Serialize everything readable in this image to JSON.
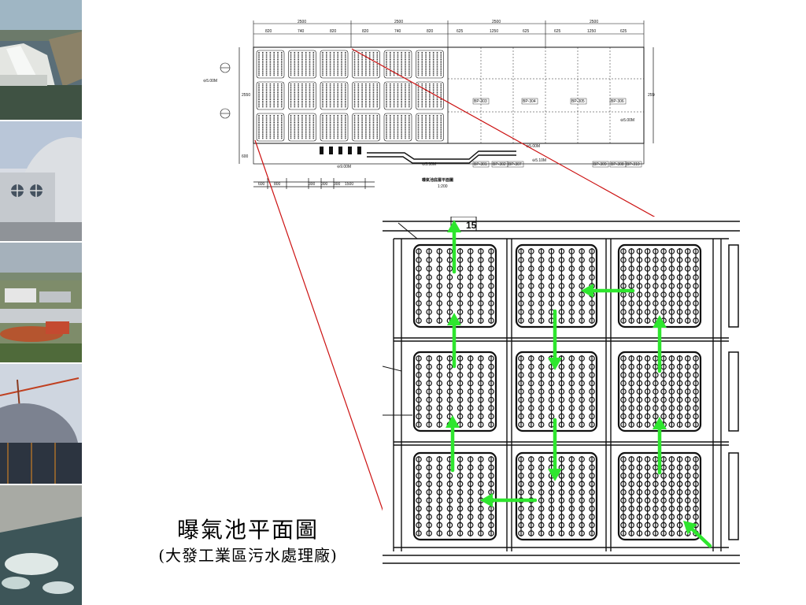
{
  "caption": {
    "title": "曝氣池平面圖",
    "subtitle": "(大發工業區污水處理廠)"
  },
  "photos": [
    {
      "name": "dam-spillway-photo"
    },
    {
      "name": "dome-building-photo"
    },
    {
      "name": "plant-site-aerial-photo"
    },
    {
      "name": "construction-crane-photo"
    },
    {
      "name": "aeration-water-photo"
    }
  ],
  "plan": {
    "title": "曝氣池底層平面圖",
    "scale": "1:200",
    "top_dims": [
      "2500",
      "2500",
      "2500",
      "2500"
    ],
    "sub_dims_left": [
      "820",
      "740",
      "820",
      "820",
      "740",
      "820"
    ],
    "sub_dims_right": [
      "625",
      "1250",
      "625",
      "625",
      "1250",
      "625"
    ],
    "bottom_dims": [
      "600",
      "800",
      "300",
      "300",
      "300",
      "1500"
    ],
    "elevations": [
      "⊖5.00M",
      "⊖5.00M",
      "⊖5.00M",
      "⊖9.00M",
      "⊖5.10M",
      "⊖5.90M"
    ],
    "bp_labels": [
      "BP-303",
      "BP-304",
      "BP-305",
      "BP-306",
      "BP-301",
      "BP-302",
      "BP-307",
      "BP-308",
      "BP-309",
      "BP-310"
    ],
    "side_dims": [
      "2550",
      "2550",
      "600"
    ],
    "detail_marker": "15"
  },
  "colors": {
    "arrow": "#2ee62e",
    "zoom_line": "#cc1111",
    "ink": "#111111"
  }
}
